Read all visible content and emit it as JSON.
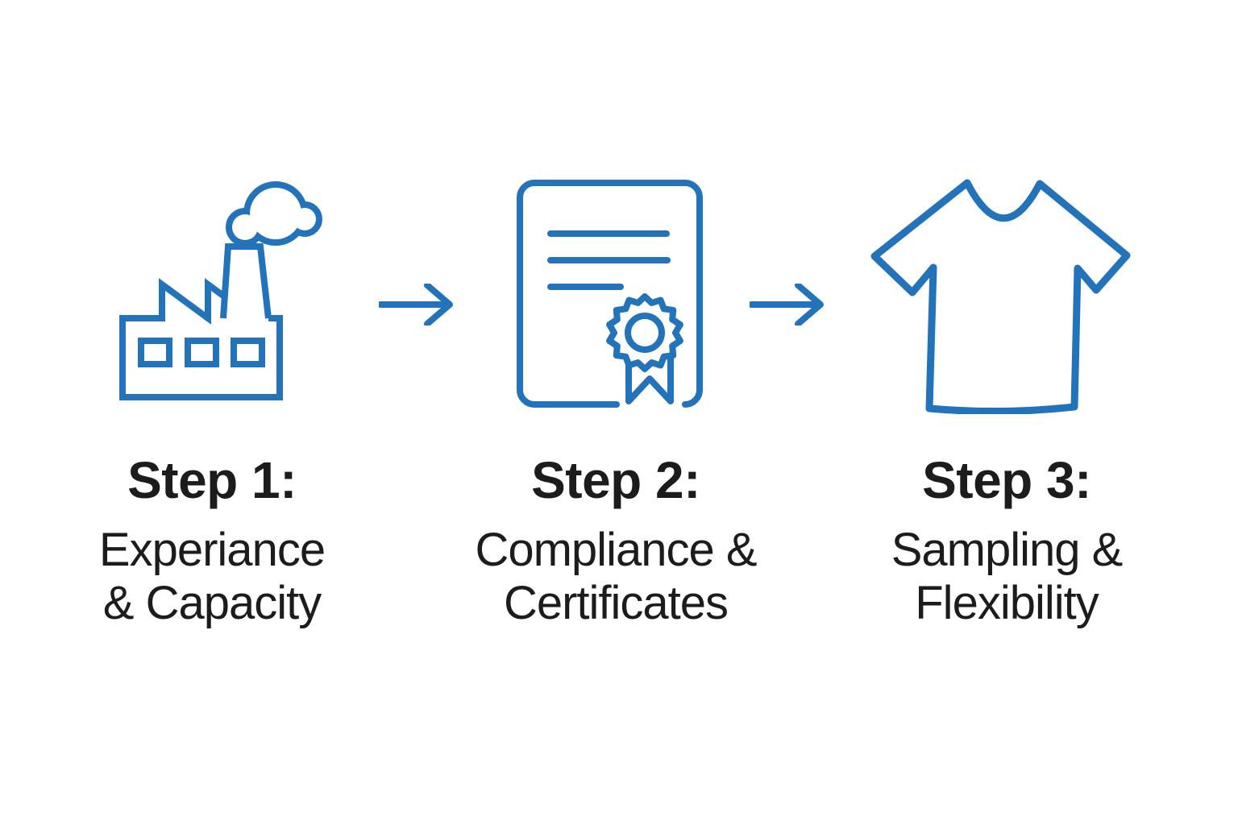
{
  "page": {
    "background": "#ffffff",
    "description": "Three-step supplier selection process diagram"
  },
  "colors": {
    "accent_blue": "#2273b9",
    "text_black": "#1c1c1c"
  },
  "steps": [
    {
      "icon": "factory-icon",
      "heading": "Step 1:",
      "subtitle_line1": "Experiance",
      "subtitle_line2": "& Capacity"
    },
    {
      "icon": "certificate-icon",
      "heading": "Step 2:",
      "subtitle_line1": "Compliance &",
      "subtitle_line2": "Certificates"
    },
    {
      "icon": "tshirt-icon",
      "heading": "Step 3:",
      "subtitle_line1": "Sampling &",
      "subtitle_line2": "Flexibility"
    }
  ],
  "arrows": [
    {
      "icon": "arrow-right-icon"
    },
    {
      "icon": "arrow-right-icon"
    }
  ]
}
